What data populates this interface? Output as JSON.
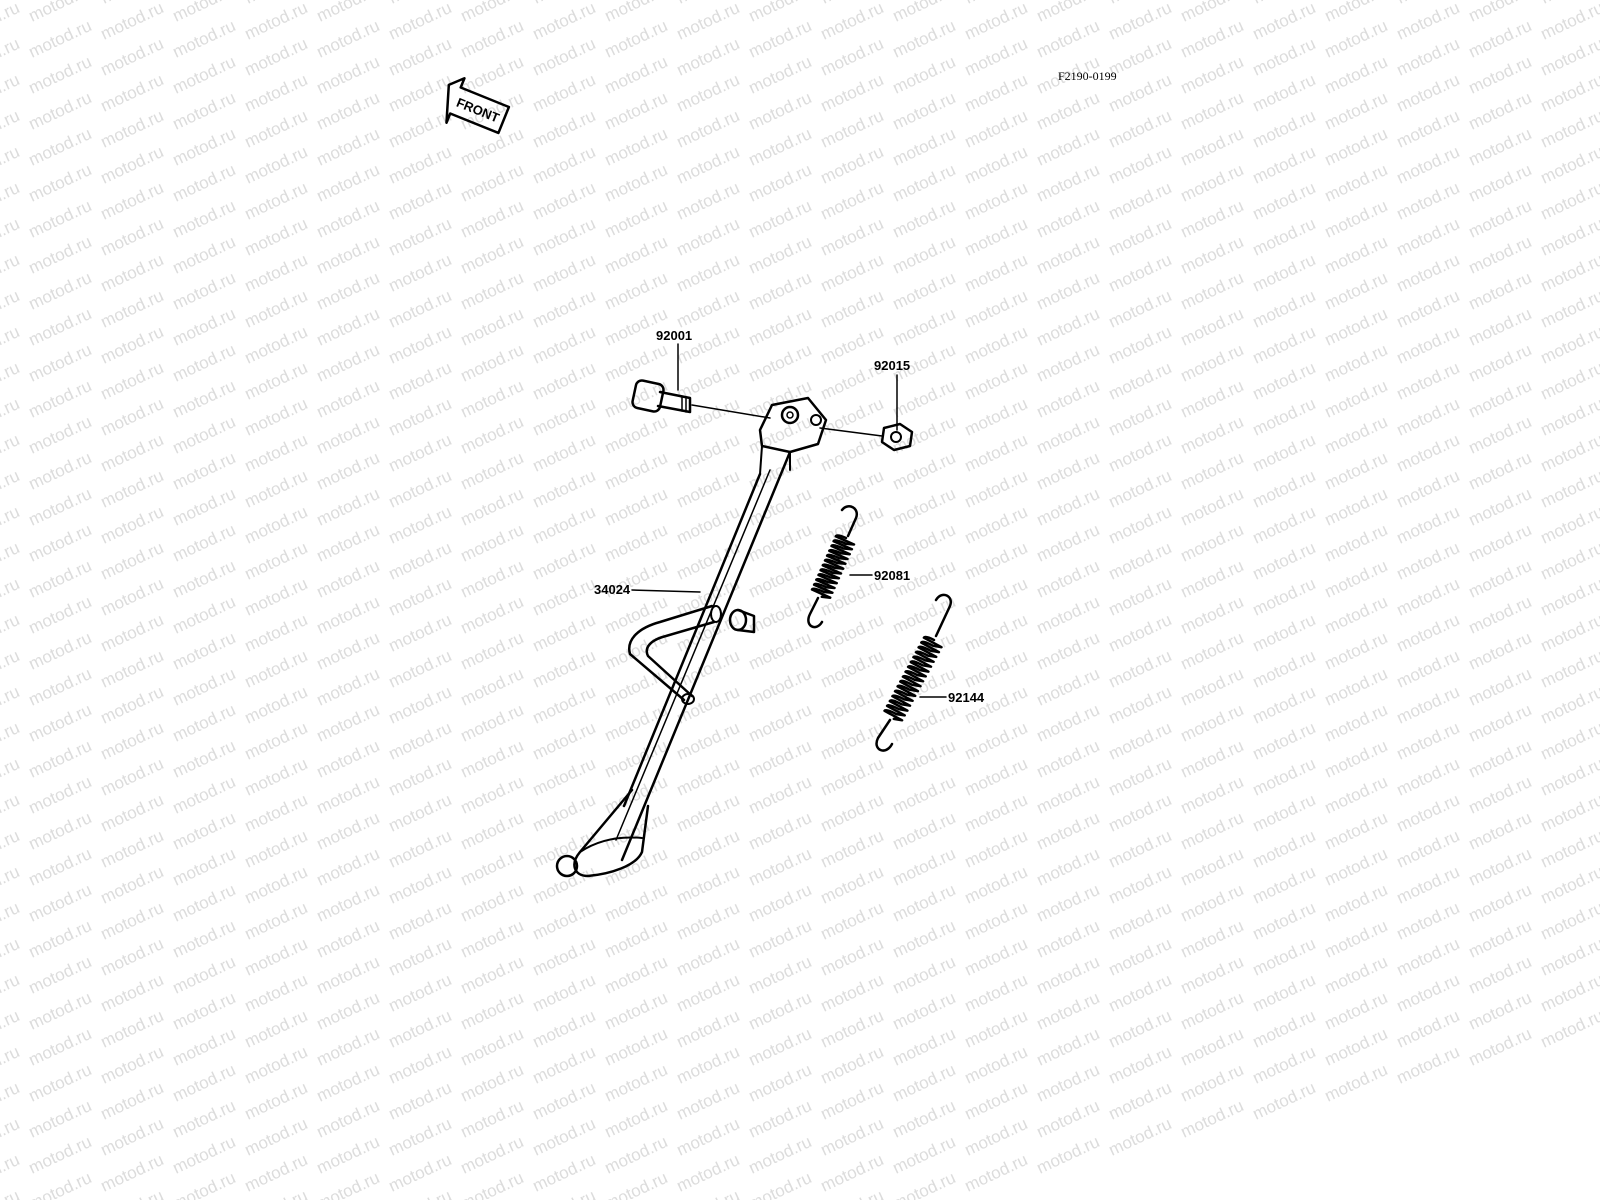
{
  "diagram_code": "F2190-0199",
  "front_arrow": {
    "label": "FRONT",
    "icon": "front-arrow-icon"
  },
  "watermark": {
    "text": "motod.ru"
  },
  "parts": [
    {
      "id": "bolt",
      "number": "92001"
    },
    {
      "id": "nut",
      "number": "92015"
    },
    {
      "id": "side-stand",
      "number": "34024"
    },
    {
      "id": "spring-small",
      "number": "92081"
    },
    {
      "id": "spring-large",
      "number": "92144"
    }
  ],
  "colors": {
    "line": "#000000",
    "background": "#ffffff",
    "watermark": "#dcdcdc"
  }
}
